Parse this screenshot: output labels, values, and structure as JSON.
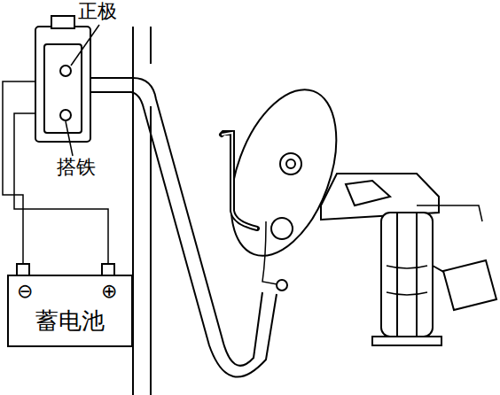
{
  "diagram": {
    "nodes": [
      {
        "text": [
          "蓄电池"
        ]
      }
    ],
    "labels": [
      "正极",
      "搭铁",
      "⊖",
      "⊕"
    ]
  }
}
